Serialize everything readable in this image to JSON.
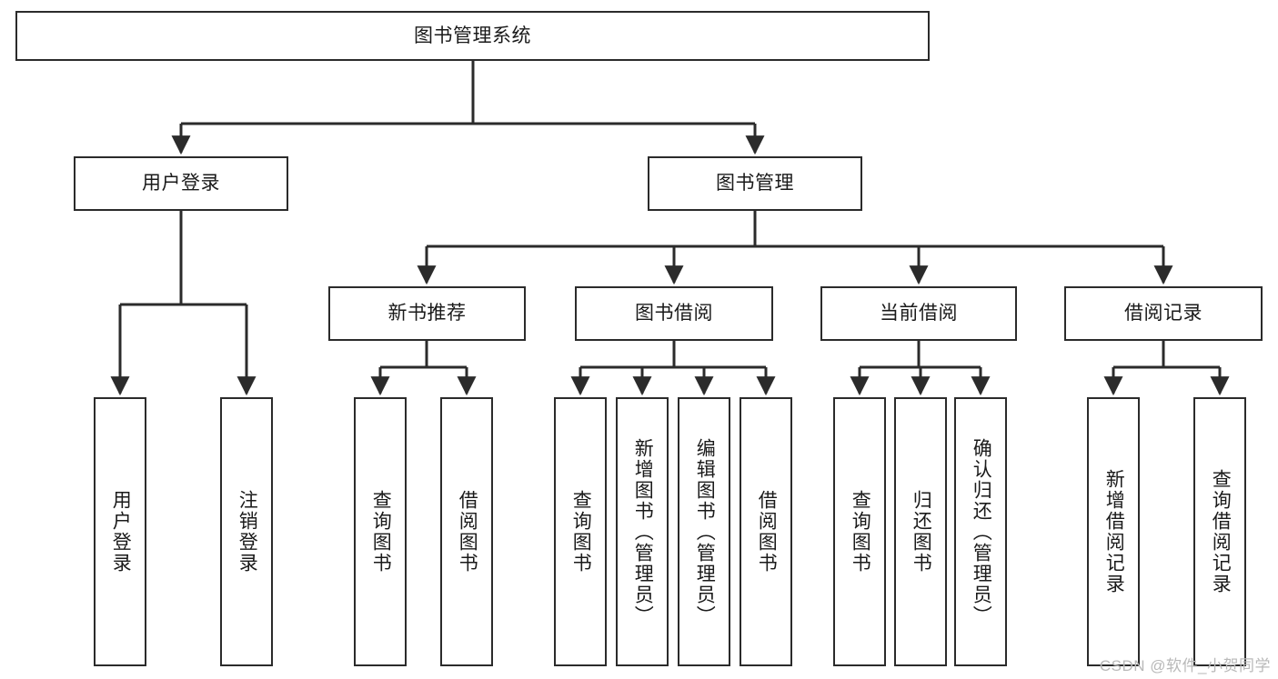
{
  "title": "图书管理系统",
  "watermark": "CSDN @软件_小贺同学",
  "colors": {
    "box_border": "#2b2b2b",
    "box_fill": "#ffffff",
    "connector": "#2b2b2b",
    "text": "#1a1a1a",
    "watermark": "#b9b9b9",
    "background": "#ffffff"
  },
  "diagram": {
    "type": "tree",
    "orientation": "top-down",
    "levels": 4,
    "root": {
      "label": "图书管理系统"
    },
    "level2": [
      {
        "label": "用户登录"
      },
      {
        "label": "图书管理"
      }
    ],
    "level3": [
      {
        "label": "新书推荐"
      },
      {
        "label": "图书借阅"
      },
      {
        "label": "当前借阅"
      },
      {
        "label": "借阅记录"
      }
    ],
    "leaves": {
      "user_login": [
        {
          "label": "用户登录"
        },
        {
          "label": "注销登录"
        }
      ],
      "new_book_recommend": [
        {
          "label": "查询图书"
        },
        {
          "label": "借阅图书"
        }
      ],
      "book_borrow": [
        {
          "label": "查询图书"
        },
        {
          "label": "新增图书（管理员）"
        },
        {
          "label": "编辑图书（管理员）"
        },
        {
          "label": "借阅图书"
        }
      ],
      "current_borrow": [
        {
          "label": "查询图书"
        },
        {
          "label": "归还图书"
        },
        {
          "label": "确认归还（管理员）"
        }
      ],
      "borrow_record": [
        {
          "label": "新增借阅记录"
        },
        {
          "label": "查询借阅记录"
        }
      ]
    }
  }
}
